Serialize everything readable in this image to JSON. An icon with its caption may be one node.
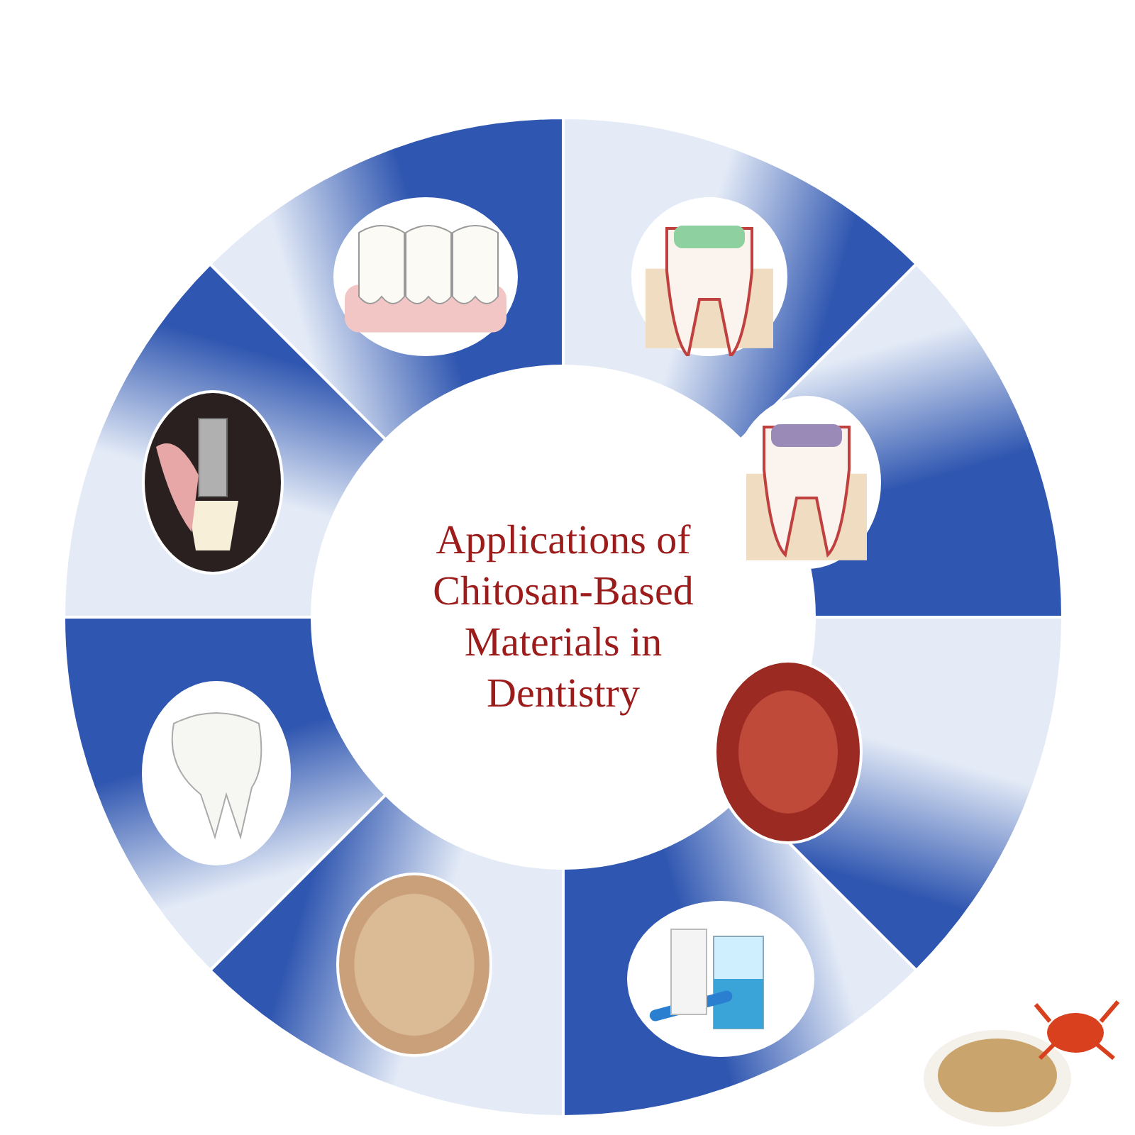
{
  "diagram": {
    "nodes": [
      {
        "text": [
          "Applications of Chitosan-Based Materials in Dentistry"
        ]
      },
      {
        "text": [],
        "shape": "picture"
      },
      {
        "text": [],
        "shape": "picture"
      },
      {
        "text": [],
        "shape": "picture"
      },
      {
        "text": [],
        "shape": "picture"
      },
      {
        "text": [],
        "shape": "picture"
      },
      {
        "text": [],
        "shape": "picture"
      },
      {
        "text": [],
        "shape": "picture"
      },
      {
        "text": [],
        "shape": "picture"
      }
    ]
  }
}
